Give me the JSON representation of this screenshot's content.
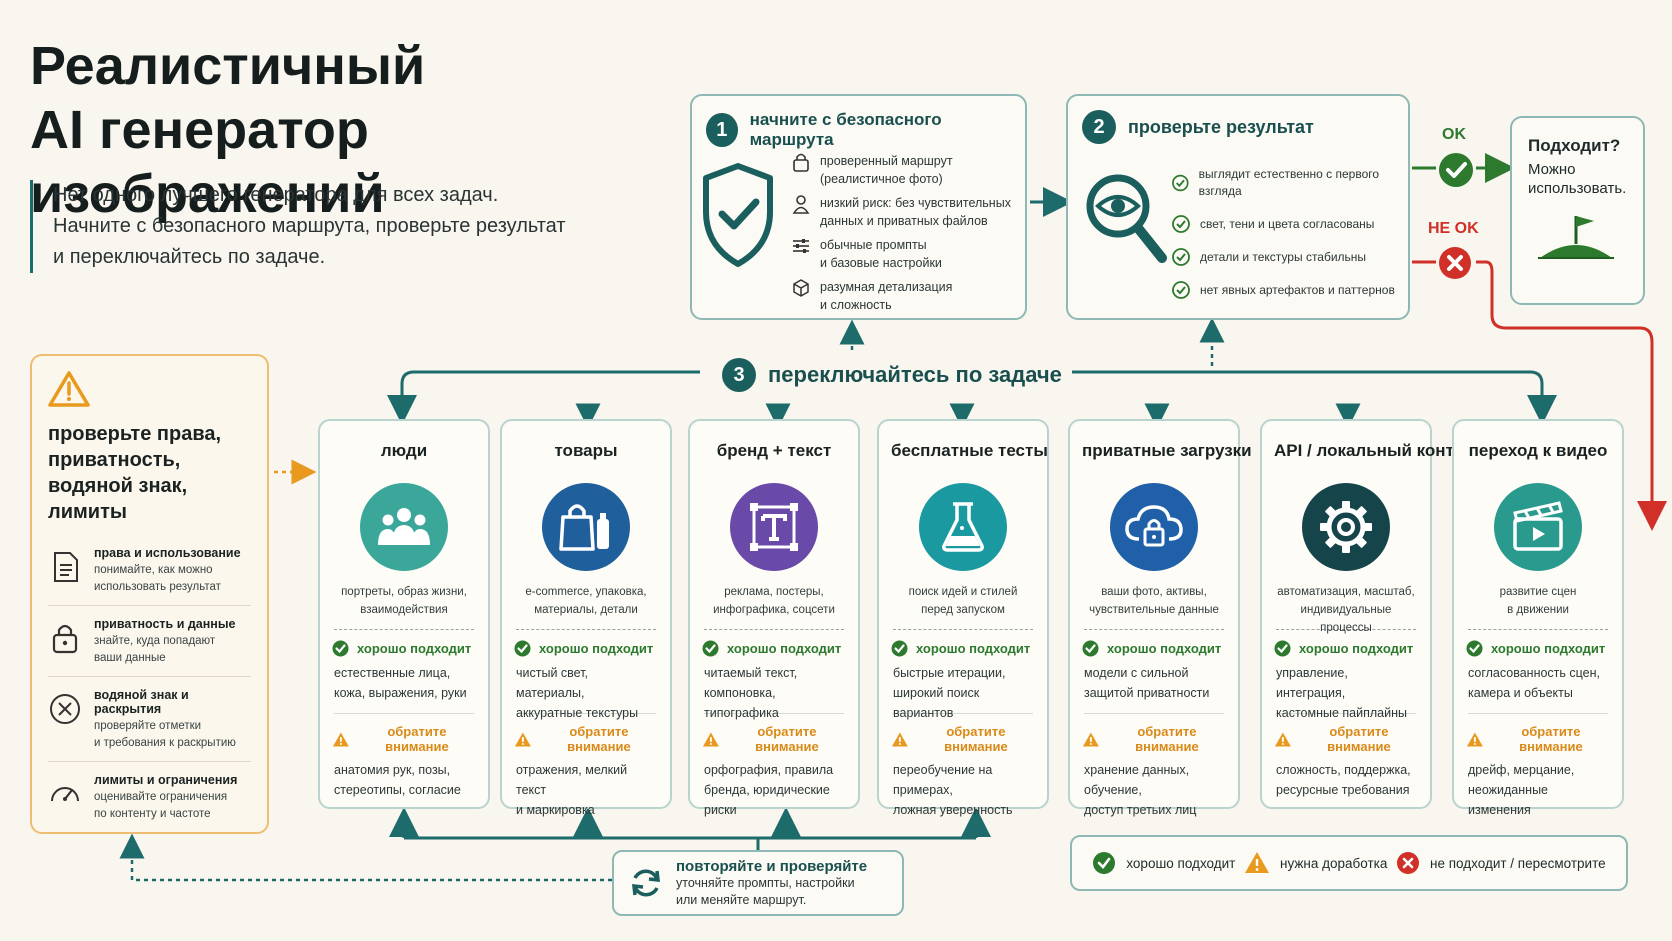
{
  "title": {
    "line1": "Реалистичный",
    "line2": "AI генератор изображений"
  },
  "intro": {
    "line1": "Нет одного лучшего генератора для всех задач.",
    "line2": "Начните с безопасного маршрута, проверьте результат",
    "line3": "и переключайтесь по задаче."
  },
  "step1": {
    "number": "1",
    "title": "начните с безопасного маршрута",
    "items": [
      {
        "icon": "lock-icon",
        "l1": "проверенный маршрут",
        "l2": "(реалистичное фото)"
      },
      {
        "icon": "person-icon",
        "l1": "низкий риск: без чувствительных",
        "l2": "данных и приватных файлов"
      },
      {
        "icon": "sliders-icon",
        "l1": "обычные промпты",
        "l2": "и базовые настройки"
      },
      {
        "icon": "cube-icon",
        "l1": "разумная детализация",
        "l2": "и сложность"
      }
    ]
  },
  "step2": {
    "number": "2",
    "title": "проверьте результат",
    "checks": [
      "выглядит естественно с первого взгляда",
      "свет, тени и цвета согласованы",
      "детали и текстуры стабильны",
      "нет явных артефактов и паттернов"
    ]
  },
  "decision": {
    "ok_label": "OK",
    "not_ok_label": "НЕ OK",
    "ok_title": "Подходит?",
    "ok_text_1": "Можно",
    "ok_text_2": "использовать."
  },
  "rights": {
    "heading_1": "проверьте права,",
    "heading_2": "приватность,",
    "heading_3": "водяной знак,",
    "heading_4": "лимиты",
    "items": [
      {
        "icon": "document-icon",
        "title": "права и использование",
        "d1": "понимайте, как можно",
        "d2": "использовать результат"
      },
      {
        "icon": "padlock-icon",
        "title": "приватность и данные",
        "d1": "знайте, куда попадают",
        "d2": "ваши данные"
      },
      {
        "icon": "x-circle-icon",
        "title": "водяной знак и раскрытия",
        "d1": "проверяйте отметки",
        "d2": "и требования к раскрытию"
      },
      {
        "icon": "gauge-icon",
        "title": "лимиты и ограничения",
        "d1": "оценивайте ограничения",
        "d2": "по контенту и частоте"
      }
    ]
  },
  "step3": {
    "number": "3",
    "title": "переключайтесь по задаче"
  },
  "labels": {
    "good": "хорошо подходит",
    "warn": "обратите внимание"
  },
  "cards": [
    {
      "title": "люди",
      "icon": "people-icon",
      "color": "#3aa79a",
      "d1": "портреты, образ жизни,",
      "d2": "взаимодействия",
      "g1": "естественные лица,",
      "g2": "кожа, выражения, руки",
      "w1": "анатомия рук, позы,",
      "w2": "стереотипы, согласие"
    },
    {
      "title": "товары",
      "icon": "shopping-bag-icon",
      "color": "#1f5f9c",
      "d1": "e-commerce, упаковка,",
      "d2": "материалы, детали",
      "g1": "чистый свет, материалы,",
      "g2": "аккуратные текстуры",
      "w1": "отражения, мелкий текст",
      "w2": "и маркировка"
    },
    {
      "title": "бренд + текст",
      "icon": "text-frame-icon",
      "color": "#6a4aa8",
      "d1": "реклама, постеры,",
      "d2": "инфографика, соцсети",
      "g1": "читаемый текст, компоновка,",
      "g2": "типографика",
      "w1": "орфография, правила",
      "w2": "бренда, юридические риски"
    },
    {
      "title": "бесплатные тесты",
      "icon": "flask-icon",
      "color": "#1a9aa0",
      "d1": "поиск идей и стилей",
      "d2": "перед запуском",
      "g1": "быстрые итерации,",
      "g2": "широкий поиск вариантов",
      "w1": "переобучение на примерах,",
      "w2": "ложная уверенность"
    },
    {
      "title": "приватные загрузки",
      "icon": "cloud-lock-icon",
      "color": "#2060a8",
      "d1": "ваши фото, активы,",
      "d2": "чувствительные данные",
      "g1": "модели с сильной",
      "g2": "защитой приватности",
      "w1": "хранение данных, обучение,",
      "w2": "доступ третьих лиц"
    },
    {
      "title": "API / локальный контроль",
      "icon": "gear-icon",
      "color": "#15454a",
      "d1": "автоматизация, масштаб,",
      "d2": "индивидуальные процессы",
      "g1": "управление, интеграция,",
      "g2": "кастомные пайплайны",
      "w1": "сложность, поддержка,",
      "w2": "ресурсные требования"
    },
    {
      "title": "переход к видео",
      "icon": "clapperboard-icon",
      "color": "#2a9a8e",
      "d1": "развитие сцен",
      "d2": "в движении",
      "g1": "согласованность сцен,",
      "g2": "камера и объекты",
      "w1": "дрейф, мерцание,",
      "w2": "неожиданные изменения"
    }
  ],
  "iterate": {
    "title": "повторяйте и проверяйте",
    "d1": "уточняйте промпты, настройки",
    "d2": "или меняйте маршрут."
  },
  "legend": {
    "good": "хорошо подходит",
    "needs_work": "нужна доработка",
    "not_fit": "не подходит  /  пересмотрите"
  },
  "colors": {
    "teal_dark": "#1b5e5e",
    "ok_green": "#2d7a2f",
    "warn_orange": "#e79a1e",
    "error_red": "#d03027"
  }
}
